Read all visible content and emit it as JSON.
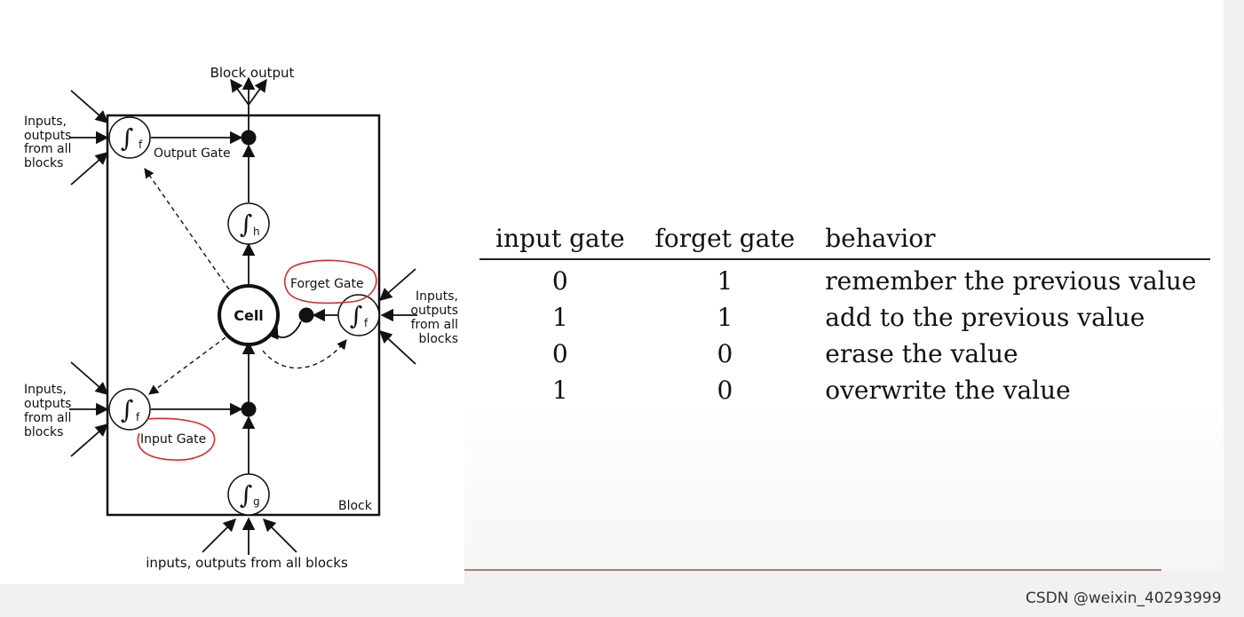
{
  "diagram": {
    "block_output_label": "Block output",
    "output_gate_label": "Output Gate",
    "forget_gate_label": "Forget Gate",
    "input_gate_label": "Input Gate",
    "cell_label": "Cell",
    "block_label": "Block",
    "bottom_inputs_label": "inputs, outputs from all blocks",
    "side_inputs_lines": [
      "Inputs,",
      "outputs",
      "from all",
      "blocks"
    ],
    "gate_subscripts": {
      "output": "f",
      "cell_out": "h",
      "forget": "f",
      "input": "f",
      "cell_in": "g"
    },
    "gate_symbol": "∫",
    "annotation_color": "#d62a2a"
  },
  "table": {
    "headers": [
      "input gate",
      "forget gate",
      "behavior"
    ],
    "rows": [
      [
        "0",
        "1",
        "remember the previous value"
      ],
      [
        "1",
        "1",
        "add to the previous value"
      ],
      [
        "0",
        "0",
        "erase the value"
      ],
      [
        "1",
        "0",
        "overwrite the value"
      ]
    ]
  },
  "watermark": "CSDN @weixin_40293999"
}
